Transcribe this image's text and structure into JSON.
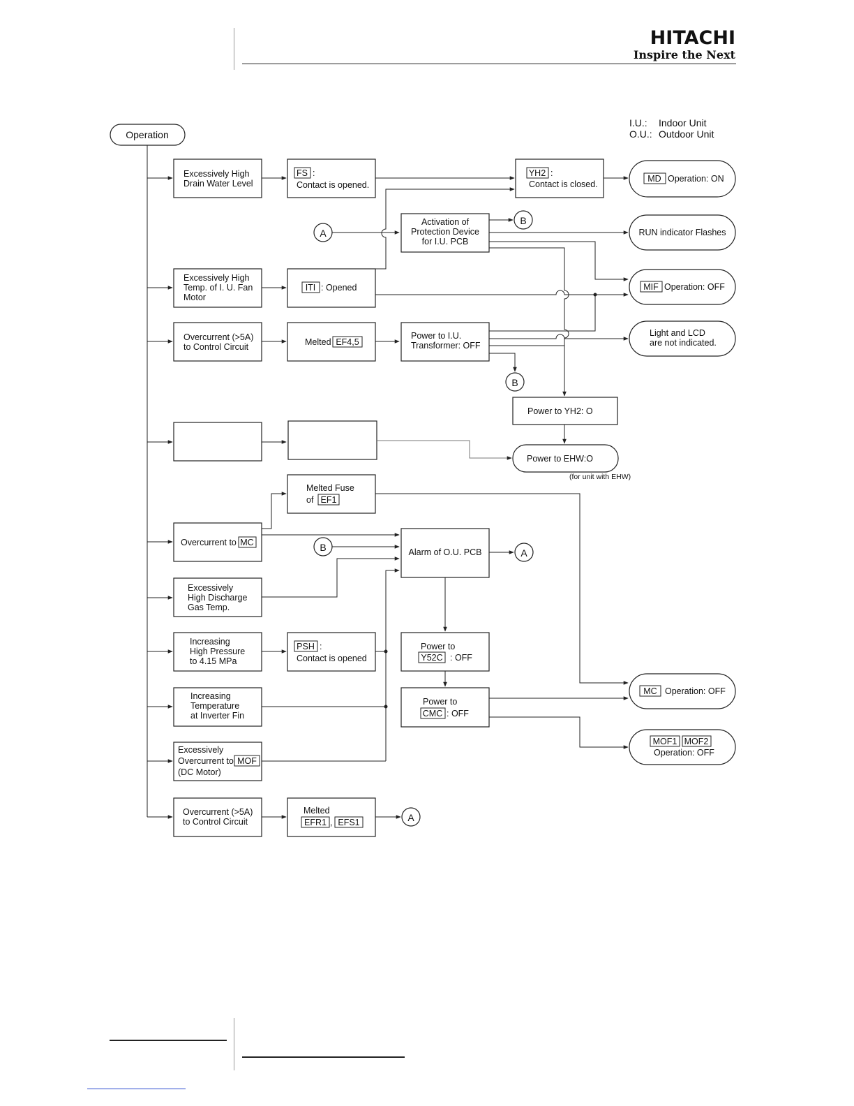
{
  "brand": {
    "name": "HITACHI",
    "tagline": "Inspire the Next"
  },
  "legend": [
    {
      "abbr": "I.U.:",
      "meaning": "Indoor Unit"
    },
    {
      "abbr": "O.U.:",
      "meaning": "Outdoor Unit"
    }
  ],
  "start": "Operation",
  "causes": {
    "drain": [
      "Excessively High",
      "Drain Water Level"
    ],
    "fan_temp": [
      "Excessively High",
      "Temp. of I. U. Fan",
      "Motor"
    ],
    "overcurrent_iu": [
      "Overcurrent (>5A)",
      "to Control Circuit"
    ],
    "blank1": [],
    "overcurrent_mc_prefix": "Overcurrent to",
    "discharge": [
      "Excessively",
      "High Discharge",
      "Gas Temp."
    ],
    "pressure": [
      "Increasing",
      "High Pressure",
      "to 4.15 MPa"
    ],
    "inverter": [
      "Increasing",
      "Temperature",
      "at Inverter Fin"
    ],
    "mof": [
      "Excessively",
      "Overcurrent to",
      "(DC Motor)"
    ],
    "overcurrent_ou": [
      "Overcurrent (>5A)",
      "to Control Circuit"
    ]
  },
  "tags": {
    "FS": "FS",
    "YH2": "YH2",
    "MD": "MD",
    "ITI": "ITI",
    "MIF": "MIF",
    "EF45": "EF4,5",
    "EF1": "EF1",
    "MC": "MC",
    "PSH": "PSH",
    "Y52C": "Y52C",
    "CMC": "CMC",
    "MOF": "MOF",
    "MOF1": "MOF1",
    "MOF2": "MOF2",
    "EFR1": "EFR1",
    "EFS1": "EFS1"
  },
  "steps": {
    "fs_colon": ":",
    "fs_text": "Contact is opened.",
    "yh2_colon": ":",
    "yh2_text": "Contact is closed.",
    "md_result": "Operation: ON",
    "activation": [
      "Activation of",
      "Protection Device",
      "for I.U. PCB"
    ],
    "run_indicator": "RUN indicator Flashes",
    "iti_text": ":  Opened",
    "mif_result": "Operation: OFF",
    "melted_prefix": "Melted",
    "power_iu": [
      "Power to I.U.",
      "Transformer: OFF"
    ],
    "light_lcd": [
      "Light and LCD",
      "are not indicated."
    ],
    "power_yh2": "Power to YH2: O",
    "power_ehw": "Power to EHW:O",
    "ehw_note": "(for unit with EHW)",
    "melted_fuse": "Melted Fuse",
    "melted_fuse_of": "of",
    "alarm_ou": "Alarm of O.U. PCB",
    "psh_colon": ":",
    "psh_text": "Contact is opened",
    "power_to": "Power to",
    "y52c_off": ": OFF",
    "cmc_off": ": OFF",
    "mc_result": "Operation: OFF",
    "mof_result": "Operation: OFF",
    "melted_efr": "Melted",
    "comma": ","
  },
  "connectors": {
    "A": "A",
    "B": "B"
  }
}
